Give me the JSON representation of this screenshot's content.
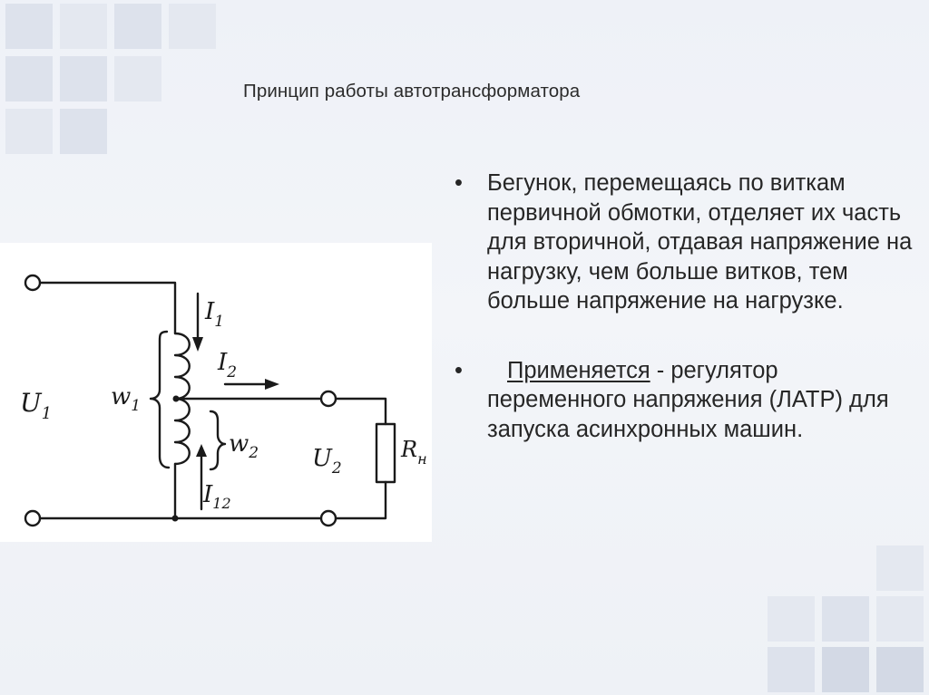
{
  "title": "Принцип работы автотрансформатора",
  "bullets": [
    {
      "marker": "•",
      "text": "Бегунок, перемещаясь по виткам первичной обмотки, отделяет их часть для вторичной, отдавая напряжение на нагрузку, чем больше витков, тем больше напряжение на нагрузке."
    },
    {
      "marker": "•",
      "underlined": "Применяется",
      "rest": " - регулятор переменного напряжения (ЛАТР) для запуска асинхронных машин."
    }
  ],
  "diagram": {
    "labels": {
      "u1": "U",
      "u1_sub": "1",
      "w1": "w",
      "w1_sub": "1",
      "w2": "w",
      "w2_sub": "2",
      "i1": "I",
      "i1_sub": "1",
      "i2": "I",
      "i2_sub": "2",
      "i12": "I",
      "i12_sub": "12",
      "u2": "U",
      "u2_sub": "2",
      "rn": "R",
      "rn_sub": "н"
    }
  },
  "colors": {
    "ink": "#1a1a1a",
    "text": "#262626",
    "background": "#eef1f7"
  }
}
